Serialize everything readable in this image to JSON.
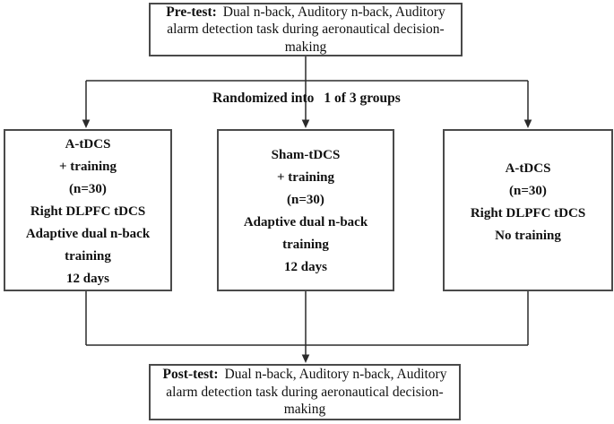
{
  "diagram": {
    "title_semantic": "tDCS training study design flowchart",
    "pretest": {
      "label": "Pre-test:",
      "text": "Dual n-back, Auditory n-back, Auditory alarm detection task during aeronautical decision-making"
    },
    "randomization": {
      "part1": "Randomized into",
      "part2": "1 of 3 groups"
    },
    "groups": [
      {
        "name": "A-tDCS plus training group",
        "lines": [
          "A-tDCS",
          "+ training",
          "(n=30)",
          "Right DLPFC tDCS",
          "Adaptive dual n-back",
          "training",
          "12 days"
        ]
      },
      {
        "name": "Sham-tDCS plus training group",
        "lines": [
          "Sham-tDCS",
          "+ training",
          "(n=30)",
          "Adaptive dual n-back",
          "training",
          "12 days"
        ]
      },
      {
        "name": "A-tDCS no training group",
        "lines": [
          "A-tDCS",
          "(n=30)",
          "Right DLPFC tDCS",
          "No training"
        ]
      }
    ],
    "posttest": {
      "label": "Post-test:",
      "text": "Dual n-back, Auditory n-back, Auditory alarm detection task during aeronautical decision-making"
    },
    "colors": {
      "border": "#4a4a4a",
      "line": "#2b2b2b",
      "text": "#111111",
      "background": "#ffffff"
    }
  }
}
